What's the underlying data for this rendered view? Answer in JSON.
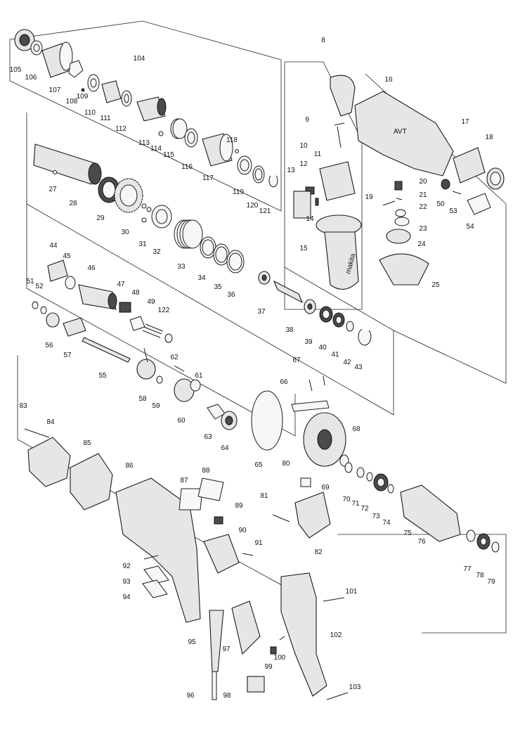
{
  "diagram": {
    "callouts": [
      "8",
      "9",
      "10",
      "11",
      "12",
      "13",
      "14",
      "15",
      "16",
      "17",
      "18",
      "19",
      "20",
      "21",
      "22",
      "23",
      "24",
      "25",
      "27",
      "28",
      "29",
      "30",
      "31",
      "32",
      "33",
      "34",
      "35",
      "36",
      "37",
      "38",
      "39",
      "40",
      "41",
      "42",
      "43",
      "44",
      "45",
      "46",
      "47",
      "48",
      "49",
      "50",
      "51",
      "52",
      "53",
      "54",
      "55",
      "56",
      "57",
      "58",
      "59",
      "60",
      "61",
      "62",
      "63",
      "64",
      "65",
      "66",
      "67",
      "68",
      "69",
      "70",
      "71",
      "72",
      "73",
      "74",
      "75",
      "76",
      "77",
      "78",
      "79",
      "80",
      "81",
      "82",
      "83",
      "84",
      "85",
      "86",
      "87",
      "88",
      "89",
      "90",
      "91",
      "92",
      "93",
      "94",
      "95",
      "96",
      "97",
      "98",
      "99",
      "100",
      "101",
      "102",
      "103",
      "104",
      "105",
      "106",
      "107",
      "108",
      "109",
      "110",
      "111",
      "112",
      "113",
      "114",
      "115",
      "116",
      "117",
      "118",
      "119",
      "120",
      "121",
      "122"
    ],
    "handle_marking": "makita",
    "housing_marking": "AVT"
  }
}
